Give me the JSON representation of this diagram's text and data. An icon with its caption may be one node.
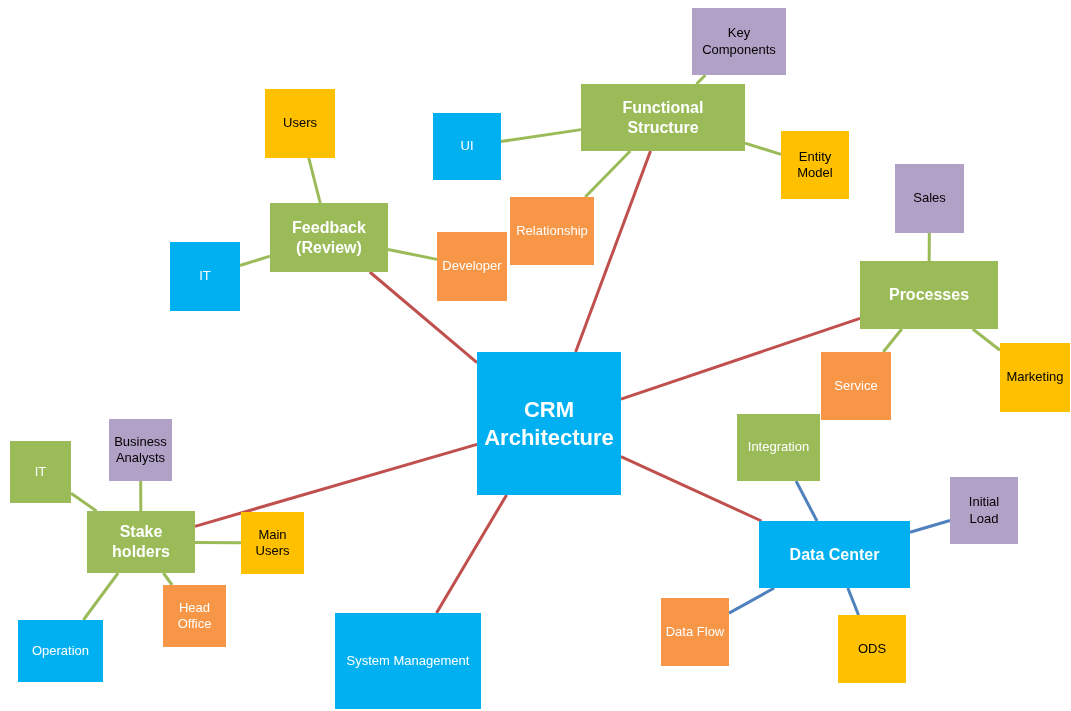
{
  "diagram": {
    "nodes": [
      {
        "text": [
          "CRM Architecture"
        ]
      },
      {
        "text": [
          "Functional Structure"
        ]
      },
      {
        "text": [
          "Key Components"
        ]
      },
      {
        "text": [
          "UI"
        ]
      },
      {
        "text": [
          "Entity Model"
        ]
      },
      {
        "text": [
          "Relationship"
        ]
      },
      {
        "text": [
          "Feedback (Review)"
        ]
      },
      {
        "text": [
          "Users"
        ]
      },
      {
        "text": [
          "IT"
        ]
      },
      {
        "text": [
          "Developer"
        ]
      },
      {
        "text": [
          "Processes"
        ]
      },
      {
        "text": [
          "Sales"
        ]
      },
      {
        "text": [
          "Service"
        ]
      },
      {
        "text": [
          "Marketing"
        ]
      },
      {
        "text": [
          "Data Center"
        ]
      },
      {
        "text": [
          "Integration"
        ]
      },
      {
        "text": [
          "Initial Load"
        ]
      },
      {
        "text": [
          "Data Flow"
        ]
      },
      {
        "text": [
          "ODS"
        ]
      },
      {
        "text": [
          "Stake holders"
        ]
      },
      {
        "text": [
          "IT"
        ]
      },
      {
        "text": [
          "Business Analysts"
        ]
      },
      {
        "text": [
          "Main Users"
        ]
      },
      {
        "text": [
          "Head Office"
        ]
      },
      {
        "text": [
          "Operation"
        ]
      },
      {
        "text": [
          "System Management"
        ]
      }
    ],
    "edges": [
      {
        "from": 0,
        "to": 1,
        "arrow": "none",
        "color": "#c0504d"
      },
      {
        "from": 0,
        "to": 6,
        "arrow": "none",
        "color": "#c0504d"
      },
      {
        "from": 0,
        "to": 10,
        "arrow": "none",
        "color": "#c0504d"
      },
      {
        "from": 0,
        "to": 14,
        "arrow": "none",
        "color": "#c0504d"
      },
      {
        "from": 0,
        "to": 19,
        "arrow": "none",
        "color": "#c0504d"
      },
      {
        "from": 0,
        "to": 25,
        "arrow": "none",
        "color": "#c0504d"
      },
      {
        "from": 1,
        "to": 2,
        "arrow": "none"
      },
      {
        "from": 1,
        "to": 3,
        "arrow": "none"
      },
      {
        "from": 1,
        "to": 4,
        "arrow": "none"
      },
      {
        "from": 1,
        "to": 5,
        "arrow": "none"
      },
      {
        "from": 6,
        "to": 7,
        "arrow": "none"
      },
      {
        "from": 6,
        "to": 8,
        "arrow": "none"
      },
      {
        "from": 6,
        "to": 9,
        "arrow": "none"
      },
      {
        "from": 10,
        "to": 11,
        "arrow": "none"
      },
      {
        "from": 10,
        "to": 12,
        "arrow": "none"
      },
      {
        "from": 10,
        "to": 13,
        "arrow": "none"
      },
      {
        "from": 14,
        "to": 15,
        "arrow": "none",
        "color": "#4f81bd"
      },
      {
        "from": 14,
        "to": 16,
        "arrow": "none",
        "color": "#4f81bd"
      },
      {
        "from": 14,
        "to": 17,
        "arrow": "none",
        "color": "#4f81bd"
      },
      {
        "from": 14,
        "to": 18,
        "arrow": "none",
        "color": "#4f81bd"
      },
      {
        "from": 19,
        "to": 20,
        "arrow": "none"
      },
      {
        "from": 19,
        "to": 21,
        "arrow": "none"
      },
      {
        "from": 19,
        "to": 22,
        "arrow": "none"
      },
      {
        "from": 19,
        "to": 23,
        "arrow": "none"
      },
      {
        "from": 19,
        "to": 24,
        "arrow": "none"
      }
    ]
  }
}
